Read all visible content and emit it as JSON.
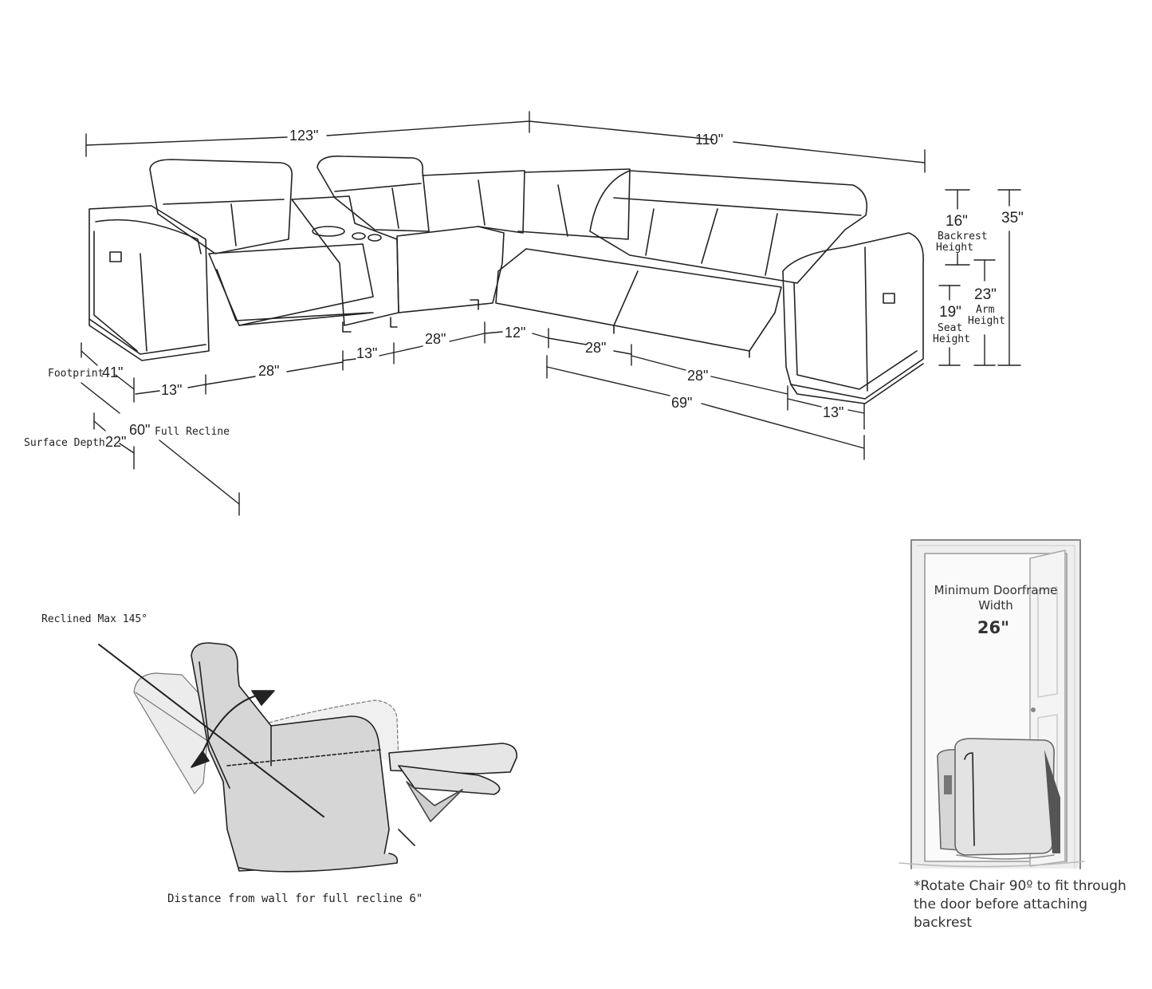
{
  "sectional": {
    "dims": {
      "width_left": "123\"",
      "width_right": "110\"",
      "backrest_height": "16\"",
      "backrest_height_label_1": "Backrest",
      "backrest_height_label_2": "Height",
      "total_height": "35\"",
      "arm_height": "23\"",
      "arm_height_label_1": "Arm",
      "arm_height_label_2": "Height",
      "seat_height": "19\"",
      "seat_height_label_1": "Seat",
      "seat_height_label_2": "Height",
      "footprint_label": "Footprint",
      "footprint": "41\"",
      "full_recline": "60\"",
      "full_recline_label": "Full Recline",
      "surface_depth_label": "Surface Depth",
      "surface_depth": "22\"",
      "left_arm": "13\"",
      "left_seat": "28\"",
      "console": "13\"",
      "mid_seat": "28\"",
      "wedge": "12\"",
      "right_seat_1": "28\"",
      "right_seat_2": "28\"",
      "right_run": "69\"",
      "right_arm": "13\""
    }
  },
  "recliner": {
    "reclined_max": "Reclined Max 145°",
    "wall_distance": "Distance from wall for full recline 6\""
  },
  "doorframe": {
    "title_line1": "Minimum Doorframe",
    "title_line2": "Width",
    "width": "26\"",
    "note": "*Rotate Chair 90º to fit through the door before attaching backrest"
  },
  "colors": {
    "line": "#222222",
    "chair_fill": "#d9d9d9",
    "door_bg": "#eeeeee"
  }
}
